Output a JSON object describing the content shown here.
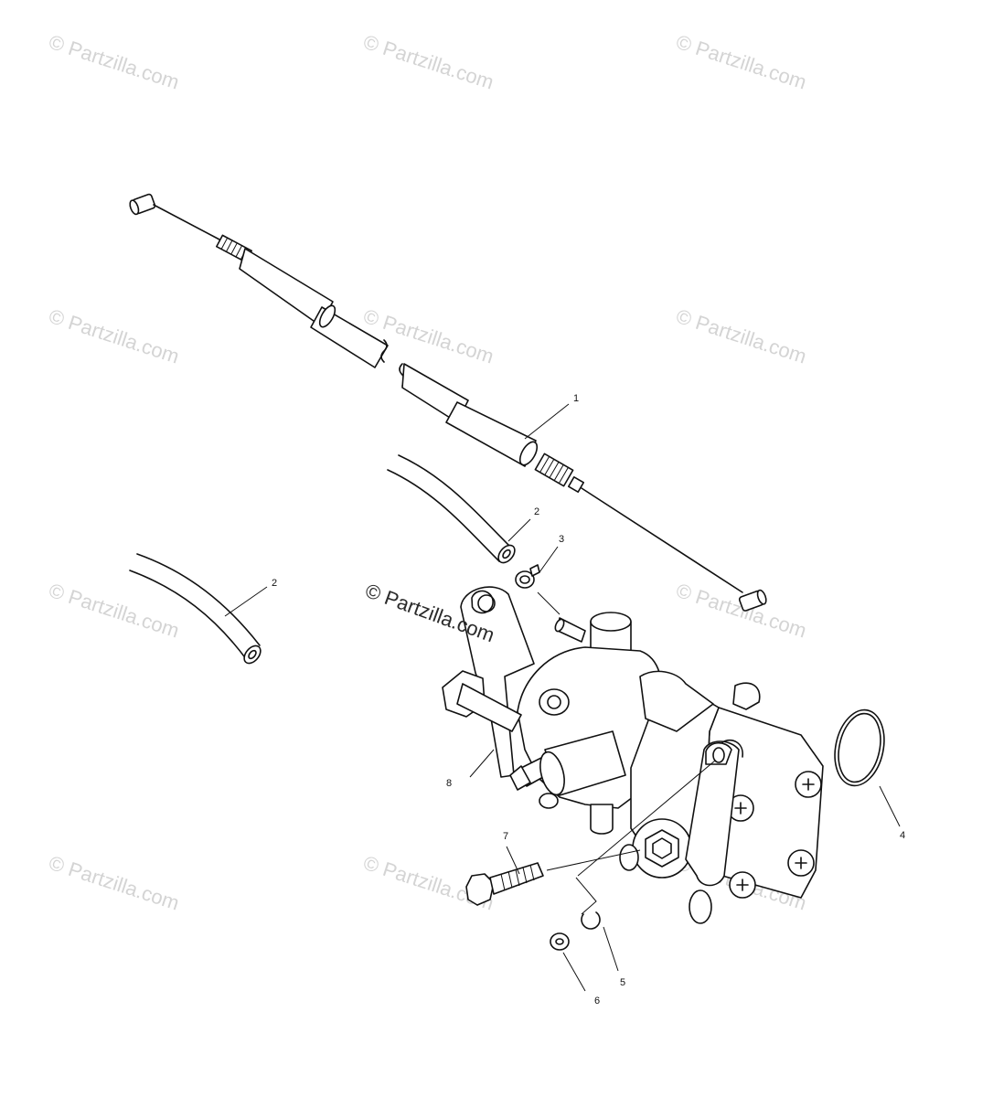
{
  "watermark": {
    "text": "© Partzilla.com",
    "center_text": "© Partzilla.com"
  },
  "callouts": [
    {
      "id": "c1",
      "label": "1"
    },
    {
      "id": "c2a",
      "label": "2"
    },
    {
      "id": "c2b",
      "label": "2"
    },
    {
      "id": "c3",
      "label": "3"
    },
    {
      "id": "c4",
      "label": "4"
    },
    {
      "id": "c5",
      "label": "5"
    },
    {
      "id": "c6",
      "label": "6"
    },
    {
      "id": "c7",
      "label": "7"
    },
    {
      "id": "c8",
      "label": "8"
    }
  ],
  "colors": {
    "line": "#111111",
    "watermark": "#d4d4d4",
    "background": "#ffffff"
  }
}
